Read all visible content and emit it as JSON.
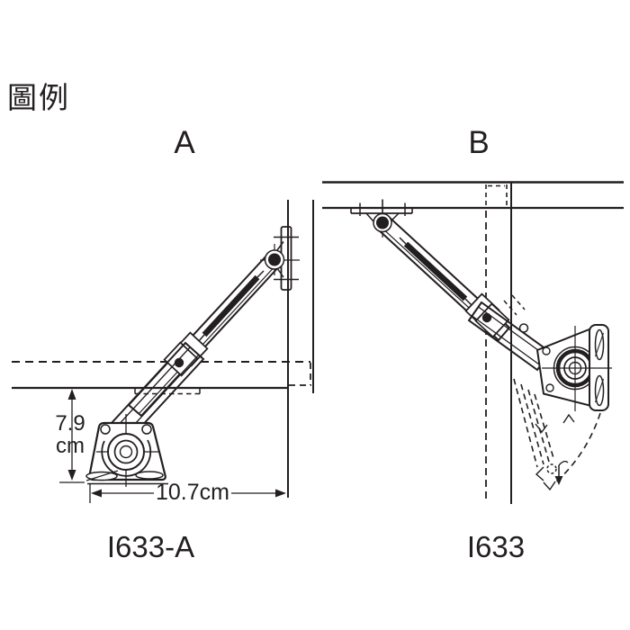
{
  "page": {
    "background_color": "#ffffff",
    "line_color": "#231f20"
  },
  "legend": {
    "title": "圖例"
  },
  "diagram_a": {
    "label": "A",
    "model": "I633-A",
    "dimensions": {
      "height": {
        "value": "7.9",
        "unit": "cm"
      },
      "width": {
        "label": "10.7cm"
      }
    }
  },
  "diagram_b": {
    "label": "B",
    "model": "I633"
  }
}
